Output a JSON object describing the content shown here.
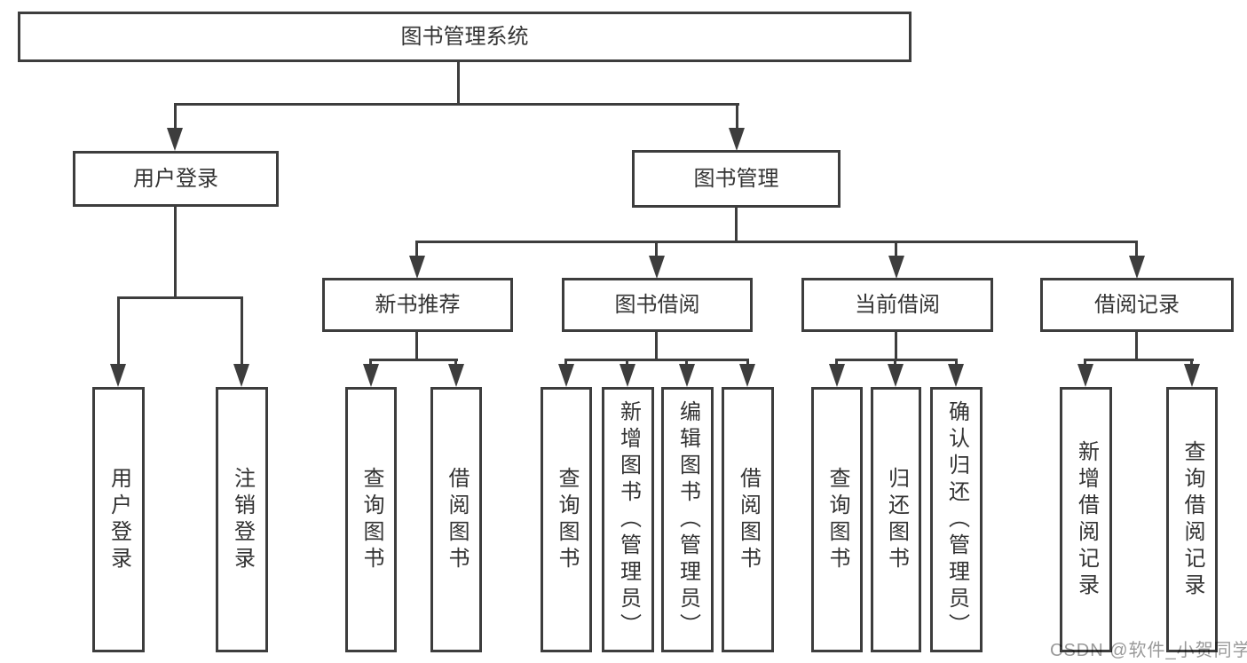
{
  "diagram": {
    "root": "图书管理系统",
    "level2": {
      "user_login": "用户登录",
      "book_management": "图书管理"
    },
    "level3": {
      "new_book_recommend": "新书推荐",
      "book_borrow": "图书借阅",
      "current_borrow": "当前借阅",
      "borrow_record": "借阅记录"
    },
    "leaves": {
      "user_login": [
        "用户登录",
        "注销登录"
      ],
      "new_book_recommend": [
        "查询图书",
        "借阅图书"
      ],
      "book_borrow": [
        "查询图书",
        "新增图书（管理员）",
        "编辑图书（管理员）",
        "借阅图书"
      ],
      "current_borrow": [
        "查询图书",
        "归还图书",
        "确认归还（管理员）"
      ],
      "borrow_record": [
        "新增借阅记录",
        "查询借阅记录"
      ]
    }
  },
  "watermark": "CSDN @软件_小贺同学",
  "colors": {
    "line": "#3d3d3d",
    "text": "#333333",
    "watermark": "#9a9a9a",
    "background": "#ffffff"
  }
}
